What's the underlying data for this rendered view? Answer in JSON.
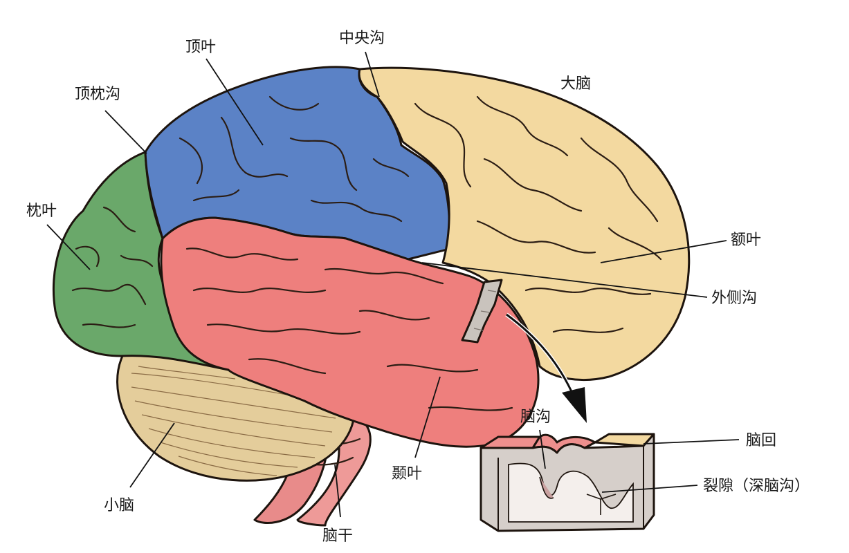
{
  "labels": {
    "parietal_lobe": "顶叶",
    "central_sulcus": "中央沟",
    "cerebrum": "大脑",
    "parieto_occipital_sulcus": "顶枕沟",
    "occipital_lobe": "枕叶",
    "frontal_lobe": "额叶",
    "lateral_sulcus": "外侧沟",
    "sulcus": "脑沟",
    "gyrus": "脑回",
    "fissure": "裂隙（深脑沟）",
    "temporal_lobe": "颞叶",
    "cerebellum": "小脑",
    "brainstem": "脑干"
  },
  "colors": {
    "parietal": "#5b82c6",
    "frontal": "#f3d9a0",
    "temporal": "#ee7f7d",
    "occipital": "#6aa86a",
    "cerebellum": "#e4cd9b",
    "brainstem": "#e88b8a",
    "insula": "#c9c3bd",
    "cross_section": "#d6cfca"
  }
}
